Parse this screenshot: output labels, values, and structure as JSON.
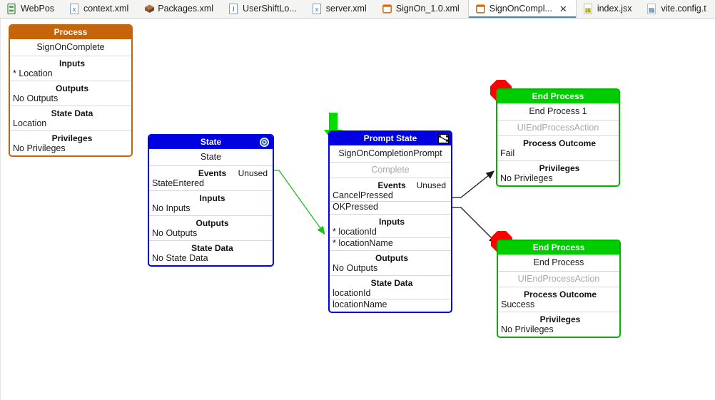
{
  "tabs": [
    {
      "label": "WebPos",
      "icon": "file-server-icon",
      "active": false,
      "closable": false
    },
    {
      "label": "context.xml",
      "icon": "xml-file-icon",
      "active": false,
      "closable": false
    },
    {
      "label": "Packages.xml",
      "icon": "package-box-icon",
      "active": false,
      "closable": false
    },
    {
      "label": "UserShiftLo...",
      "icon": "json-file-icon",
      "active": false,
      "closable": false
    },
    {
      "label": "server.xml",
      "icon": "xml-file-icon",
      "active": false,
      "closable": false
    },
    {
      "label": "SignOn_1.0.xml",
      "icon": "process-file-icon",
      "active": false,
      "closable": false
    },
    {
      "label": "SignOnCompl...",
      "icon": "process-file-icon",
      "active": true,
      "closable": true,
      "close_label": "✕"
    },
    {
      "label": "index.jsx",
      "icon": "js-file-icon",
      "active": false,
      "closable": false
    },
    {
      "label": "vite.config.t",
      "icon": "ts-file-icon",
      "active": false,
      "closable": false
    }
  ],
  "colors": {
    "process_accent": "#c4650b",
    "state_accent": "#0000e0",
    "end_accent": "#00cc00",
    "stop_marker": "#ff0000",
    "start_marker": "#00dd00",
    "edge_green": "#22bb22",
    "edge_black": "#1a1a1a",
    "tab_active_underline": "#3b87d4"
  },
  "nodes": {
    "process": {
      "header": "Process",
      "title": "SignOnComplete",
      "sections": [
        {
          "title": "Inputs",
          "right": "",
          "rows": [
            "* Location"
          ]
        },
        {
          "title": "Outputs",
          "right": "",
          "rows": [
            "No Outputs"
          ]
        },
        {
          "title": "State Data",
          "right": "",
          "rows": [
            "Location"
          ]
        },
        {
          "title": "Privileges",
          "right": "",
          "rows": [
            "No Privileges"
          ]
        }
      ]
    },
    "state": {
      "header": "State",
      "header_icon": "target-circle-icon",
      "title": "State",
      "sections": [
        {
          "title": "Events",
          "right": "Unused",
          "rows": [
            "StateEntered"
          ]
        },
        {
          "title": "Inputs",
          "right": "",
          "rows": [
            "No Inputs"
          ]
        },
        {
          "title": "Outputs",
          "right": "",
          "rows": [
            "No Outputs"
          ]
        },
        {
          "title": "State Data",
          "right": "",
          "rows": [
            "No State Data"
          ]
        }
      ]
    },
    "prompt_state": {
      "header": "Prompt State",
      "header_icon": "link-nodes-icon",
      "start_marker": "green-down-arrow-icon",
      "title": "SignOnCompletionPrompt",
      "subtitle": "Complete",
      "sections": [
        {
          "title": "Events",
          "right": "Unused",
          "rows": [
            "CancelPressed",
            "OKPressed"
          ]
        },
        {
          "title": "Inputs",
          "right": "",
          "rows": [
            "* locationId",
            "* locationName"
          ]
        },
        {
          "title": "Outputs",
          "right": "",
          "rows": [
            "No Outputs"
          ]
        },
        {
          "title": "State Data",
          "right": "",
          "rows": [
            "locationId",
            "locationName"
          ]
        }
      ]
    },
    "end_process_1": {
      "header": "End Process",
      "stop_marker": "red-stop-octagon-icon",
      "title": "End Process 1",
      "subtitle": "UIEndProcessAction",
      "sections": [
        {
          "title": "Process Outcome",
          "right": "",
          "rows": [
            "Fail"
          ]
        },
        {
          "title": "Privileges",
          "right": "",
          "rows": [
            "No Privileges"
          ]
        }
      ]
    },
    "end_process_2": {
      "header": "End Process",
      "stop_marker": "red-stop-octagon-icon",
      "title": "End Process",
      "subtitle": "UIEndProcessAction",
      "sections": [
        {
          "title": "Process Outcome",
          "right": "",
          "rows": [
            "Success"
          ]
        },
        {
          "title": "Privileges",
          "right": "",
          "rows": [
            "No Privileges"
          ]
        }
      ]
    }
  },
  "edges": [
    {
      "name": "state-to-prompt-state",
      "color": "#22bb22",
      "from": "state.events",
      "to": "prompt_state.inputs"
    },
    {
      "name": "prompt-cancel-to-end-process-1",
      "color": "#1a1a1a",
      "from": "prompt_state.CancelPressed",
      "to": "end_process_1"
    },
    {
      "name": "prompt-ok-to-end-process-2",
      "color": "#1a1a1a",
      "from": "prompt_state.OKPressed",
      "to": "end_process_2"
    }
  ]
}
